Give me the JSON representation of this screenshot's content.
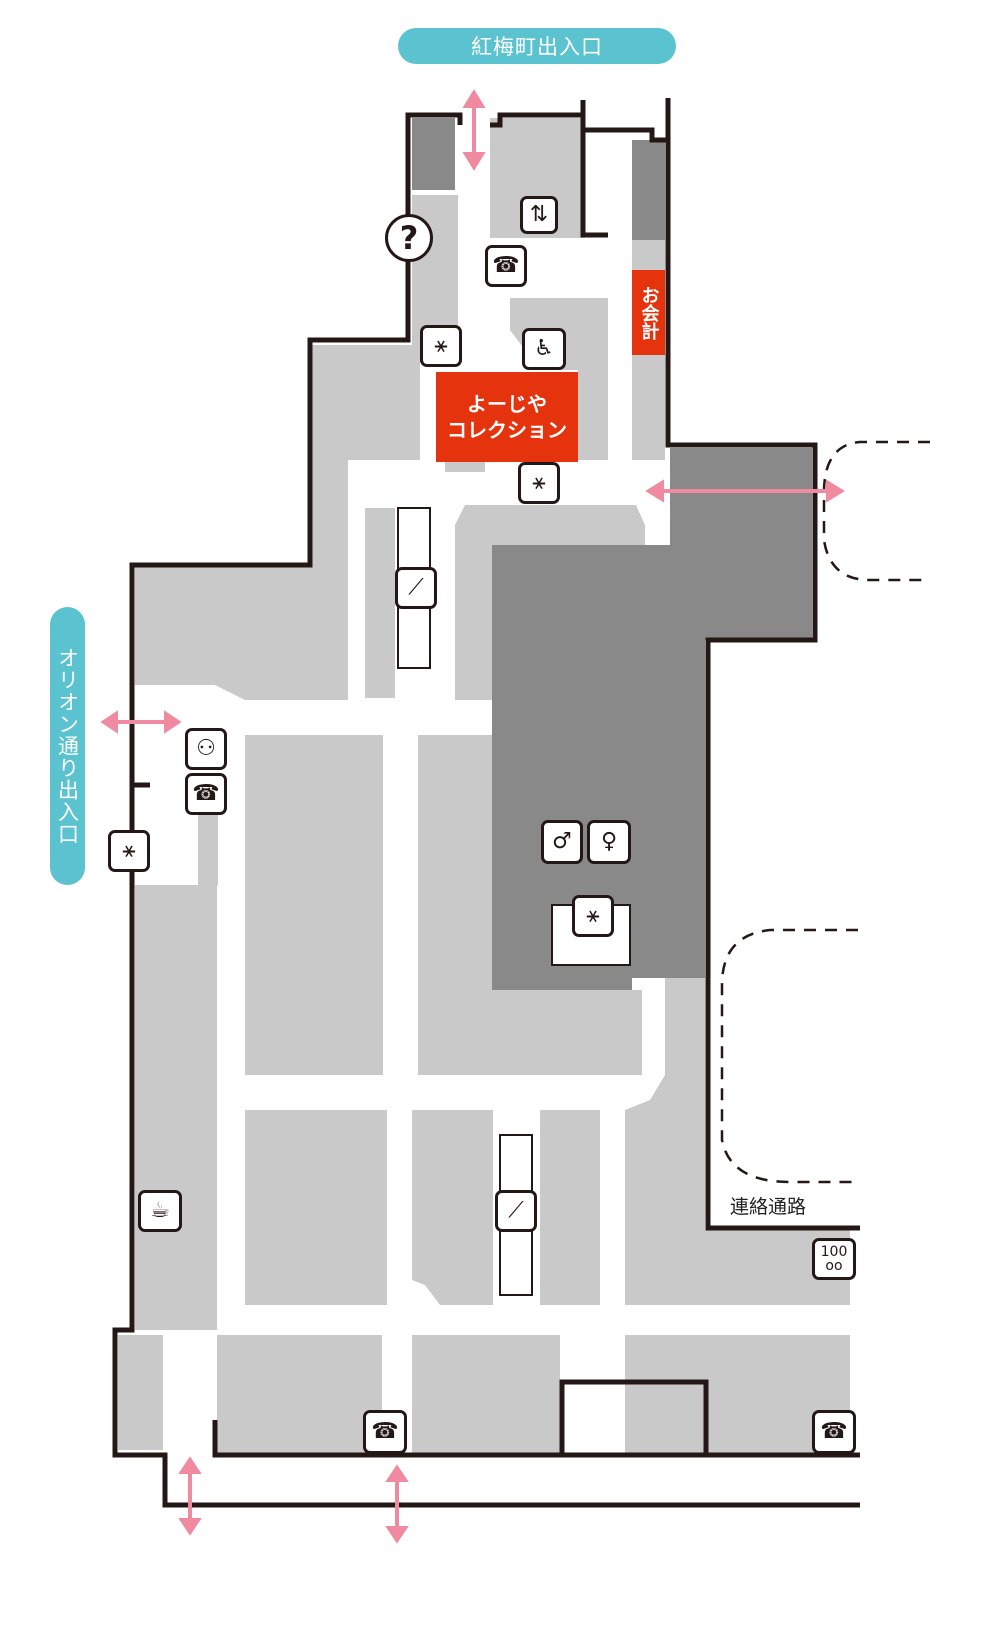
{
  "entrances": {
    "top": "紅梅町出入口",
    "left": "オリオン通り出入口"
  },
  "shop": {
    "line1": "よーじや",
    "line2": "コレクション"
  },
  "cashier": "お会計",
  "passage": "連絡通路",
  "info_symbol": "?",
  "atm_label": "100",
  "colors": {
    "accent": "#5bc3d0",
    "shop": "#e5330e",
    "floor": "#c9c9c9",
    "dark_floor": "#898989",
    "arrow": "#ef8aa0",
    "wall": "#231815"
  },
  "icons": [
    "elevator-icon",
    "telephone-icon",
    "stairs-icon",
    "wheelchair-icon",
    "escalator-icon",
    "restroom-male-icon",
    "restroom-female-icon",
    "nursing-room-icon",
    "cafe-icon",
    "info-icon",
    "coin-locker-icon",
    "door-icon",
    "entrance-arrow-icon"
  ]
}
